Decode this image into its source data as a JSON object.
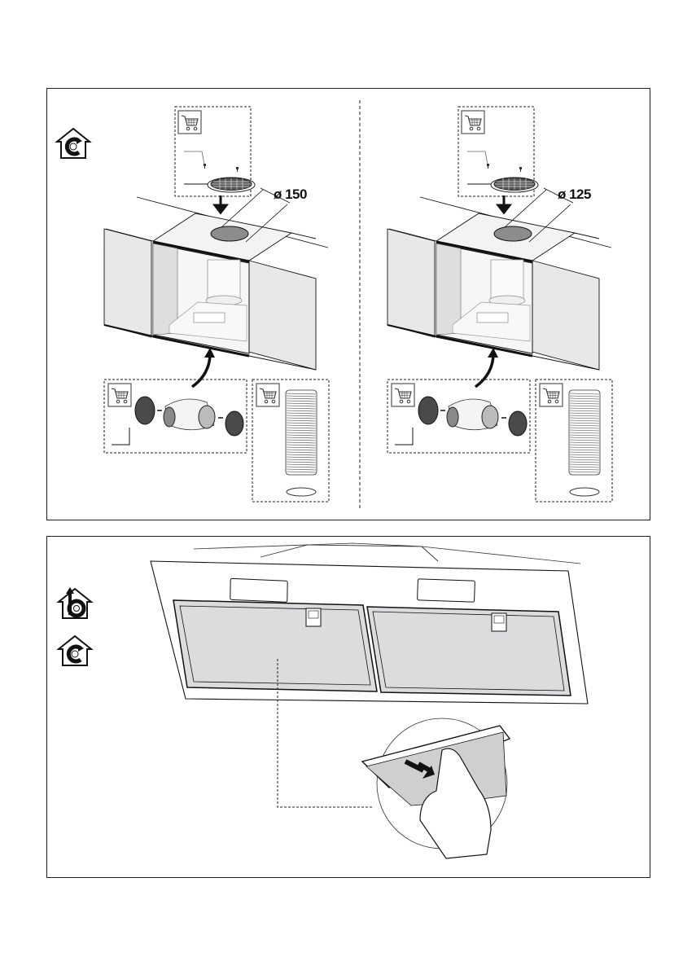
{
  "page": {
    "type": "installation-manual-page",
    "colors": {
      "line": "#111111",
      "panel_fill": "#e6e6e6",
      "filter_fill": "#dcdcdf",
      "hole_fill": "#8c8c8c",
      "charcoal": "#444444"
    }
  },
  "panel_top": {
    "mode_icon": "recirculation-house-icon",
    "variants": [
      {
        "name": "variant-left",
        "diameter_label": "ø 150",
        "accessory_icon": "cart-icon"
      },
      {
        "name": "variant-right",
        "diameter_label": "ø 125",
        "accessory_icon": "cart-icon"
      }
    ]
  },
  "panel_bottom": {
    "mode_icons": [
      "ducted-house-icon",
      "recirculation-house-icon"
    ],
    "step": "remove-grease-filter"
  }
}
